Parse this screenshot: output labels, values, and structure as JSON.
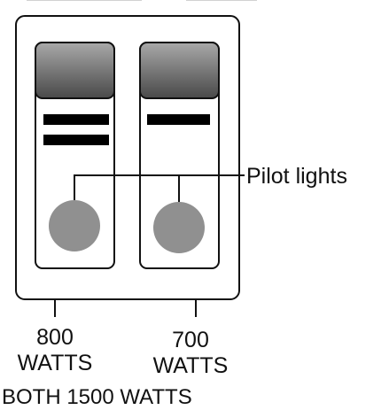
{
  "diagram": {
    "callout_label": "Pilot lights",
    "left_switch": {
      "label_value": "800",
      "label_unit": "WATTS",
      "bar_count": 2
    },
    "right_switch": {
      "label_value": "700",
      "label_unit": "WATTS",
      "bar_count": 1
    },
    "combined_label": "BOTH 1500 WATTS",
    "colors": {
      "stroke": "#111111",
      "housing_fill": "#ffffff",
      "rocker_dark": "#4a4a4a",
      "rocker_light": "#a9a9a9",
      "pilot_light": "#909090",
      "bar": "#000000"
    }
  }
}
